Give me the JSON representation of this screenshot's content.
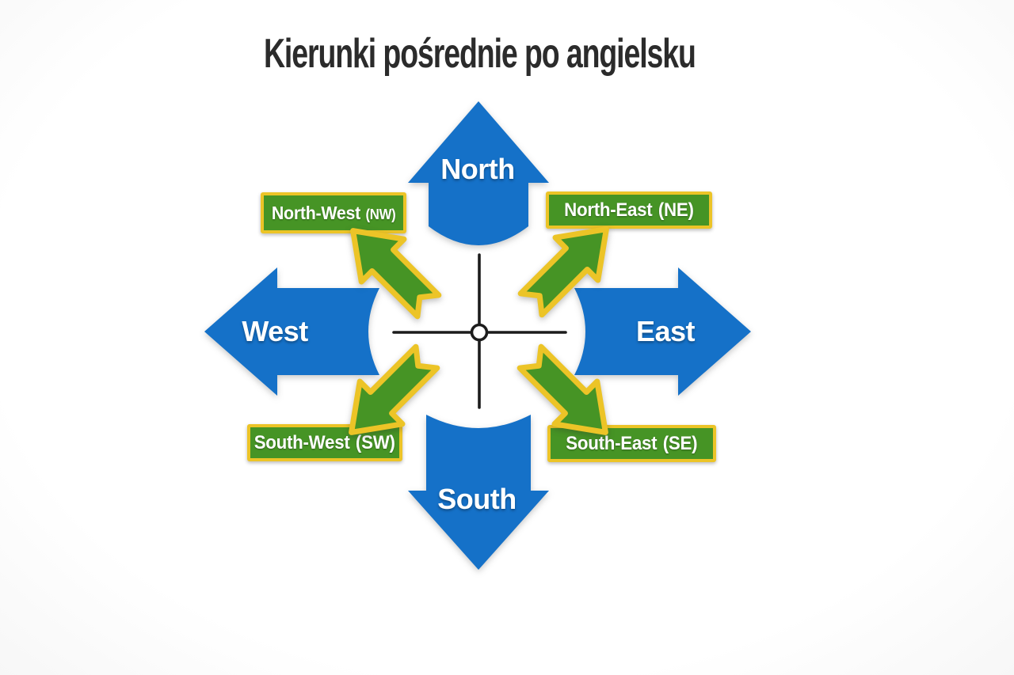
{
  "title": "Kierunki pośrednie po angielsku",
  "cardinal": {
    "north": "North",
    "south": "South",
    "east": "East",
    "west": "West"
  },
  "intercardinal": {
    "nw": {
      "name": "North-West",
      "abbr": "(NW)"
    },
    "ne": {
      "name": "North-East",
      "abbr": "(NE)"
    },
    "sw": {
      "name": "South-West",
      "abbr": "(SW)"
    },
    "se": {
      "name": "South-East",
      "abbr": "(SE)"
    }
  },
  "colors": {
    "blue": "#1571c8",
    "green": "#469425",
    "yellow": "#ecc427",
    "ink": "#1c1c1c",
    "ink-title": "#2b2b2b"
  }
}
